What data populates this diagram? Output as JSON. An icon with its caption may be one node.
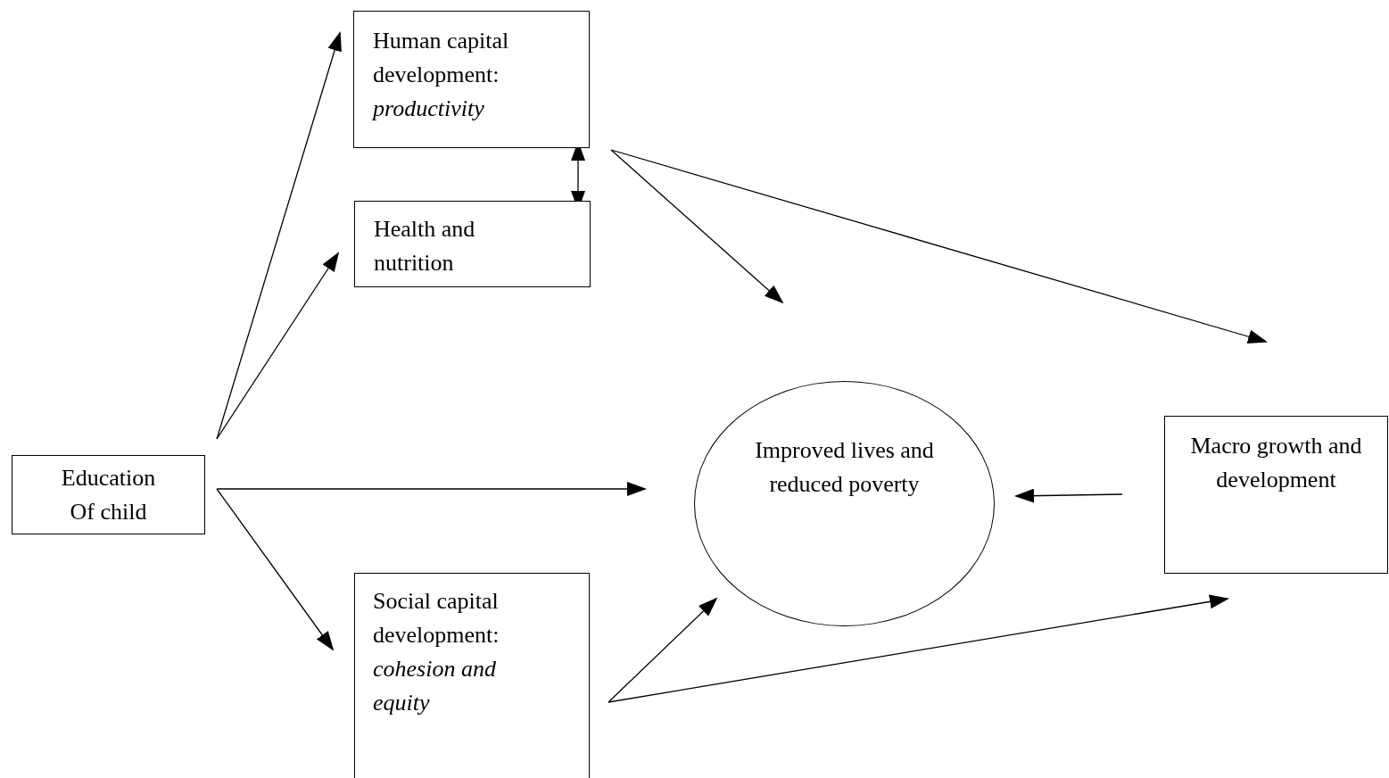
{
  "diagram": {
    "nodes": [
      {
        "text": [
          "Education Of child"
        ]
      },
      {
        "text": [
          "Human capital development: *productivity*"
        ]
      },
      {
        "text": [
          "Health and nutrition"
        ]
      },
      {
        "text": [
          "Improved lives and reduced poverty"
        ]
      },
      {
        "text": [
          "Macro growth and development"
        ]
      },
      {
        "text": [
          "Social capital development: *cohesion and equity*"
        ]
      }
    ],
    "edges": [
      {
        "from": 0,
        "to": 1,
        "arrow": "to"
      },
      {
        "from": 0,
        "to": 2,
        "arrow": "to"
      },
      {
        "from": 1,
        "to": 2,
        "arrow": "both"
      },
      {
        "from": 1,
        "to": 3,
        "arrow": "to"
      },
      {
        "from": 1,
        "to": 4,
        "arrow": "to"
      },
      {
        "from": 0,
        "to": 3,
        "arrow": "to"
      },
      {
        "from": 0,
        "to": 5,
        "arrow": "to"
      },
      {
        "from": 5,
        "to": 3,
        "arrow": "to"
      },
      {
        "from": 5,
        "to": 4,
        "arrow": "to"
      },
      {
        "from": 4,
        "to": 3,
        "arrow": "to"
      }
    ]
  }
}
